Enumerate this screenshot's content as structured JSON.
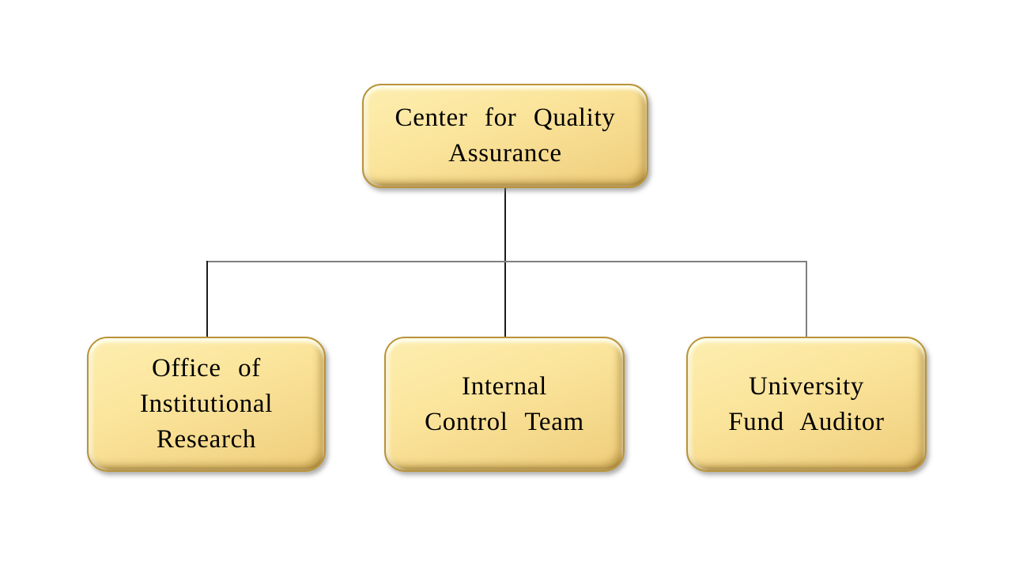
{
  "diagram": {
    "type": "org-chart",
    "background": "#FFFFFF",
    "root": {
      "label": "Center for Quality Assurance",
      "display": "Center for Quality\nAssurance"
    },
    "children": [
      {
        "label": "Office of Institutional Research",
        "display": "Office of\nInstitutional\nResearch"
      },
      {
        "label": "Internal Control Team",
        "display": "Internal\nControl Team"
      },
      {
        "label": "University Fund Auditor",
        "display": "University\nFund Auditor"
      }
    ],
    "colors": {
      "box_fill_top": "#FBE89F",
      "box_fill_bottom": "#EFCD7B",
      "box_border": "#B9933A",
      "box_bevel_highlight": "#FFF7DA",
      "box_bevel_shadow": "#8B691C",
      "connector_black": "#1C1C1C",
      "connector_gray": "#7F7F7F",
      "text": "#000000"
    }
  }
}
